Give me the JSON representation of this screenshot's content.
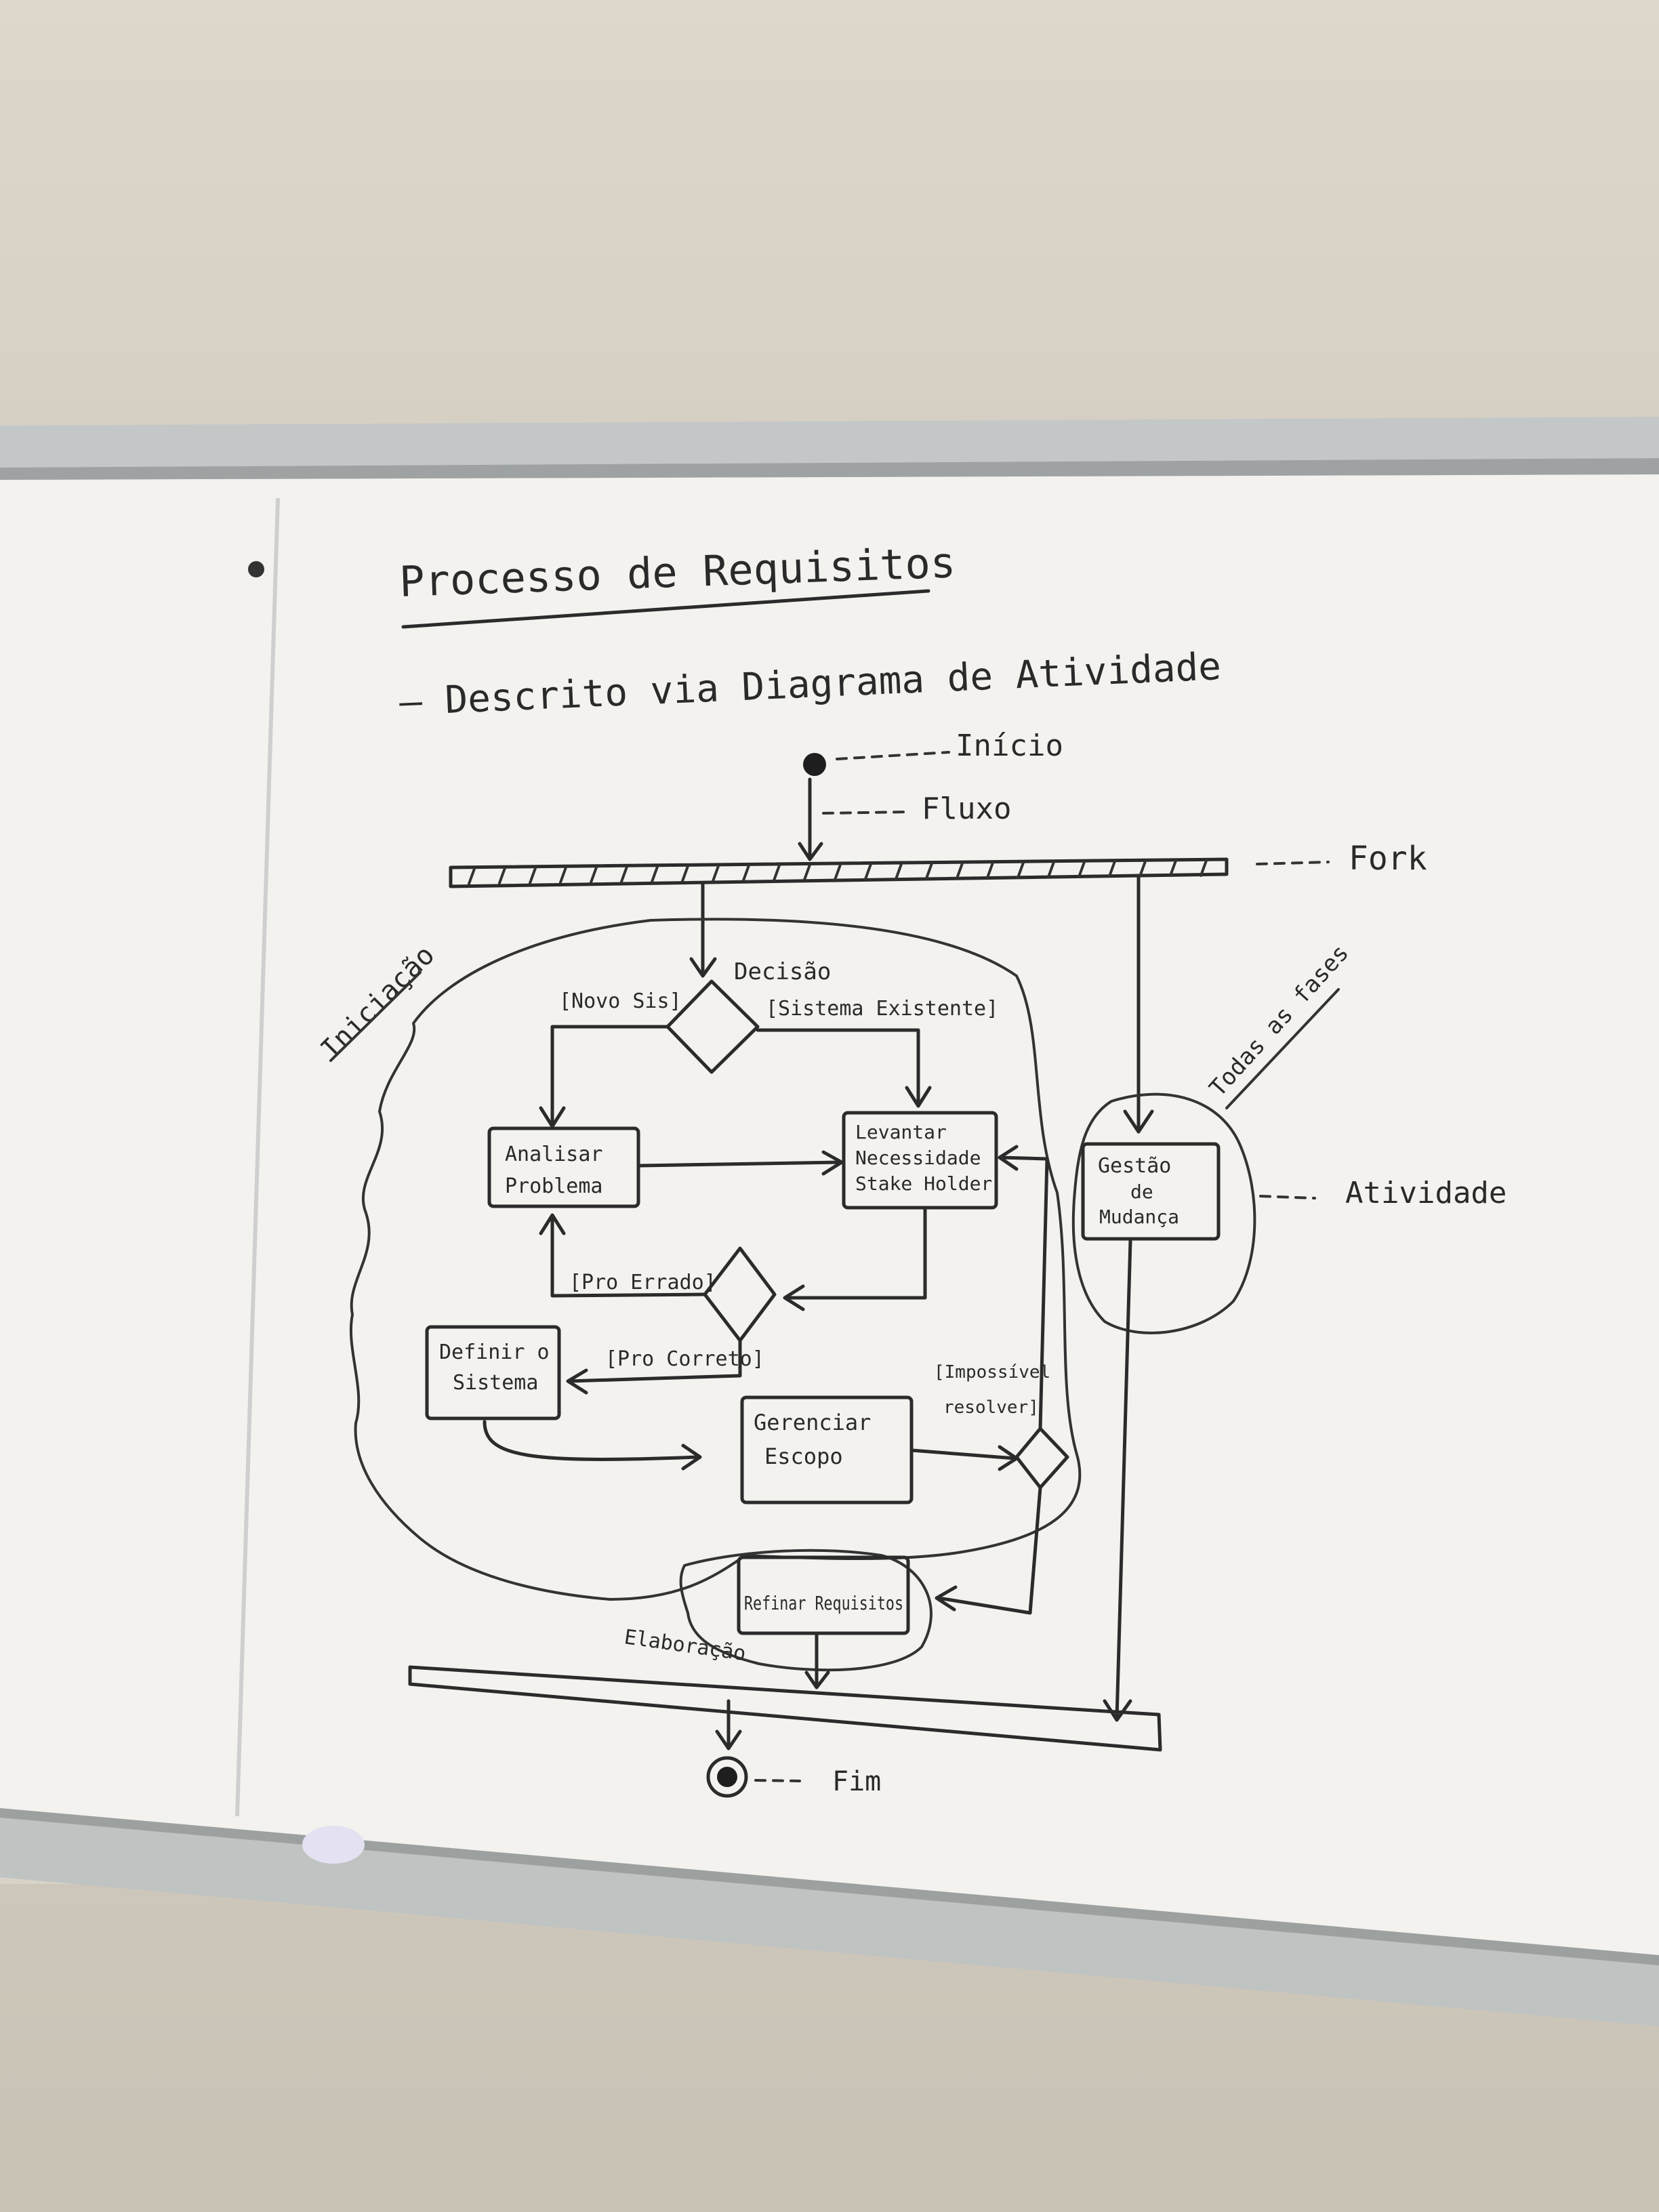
{
  "board": {
    "title": "Processo de Requisitos",
    "subtitle": "— Descrito via Diagrama de Atividade"
  },
  "labels": {
    "inicio": "Início",
    "fluxo": "Fluxo",
    "fork": "Fork",
    "decisao": "Decisão",
    "atividade": "Atividade",
    "fim": "Fim",
    "iniciacao": "Iniciação",
    "todas_fases": "Todas as fases",
    "elaboracao": "Elaboração"
  },
  "activities": {
    "analisar": [
      "Analisar",
      "Problema"
    ],
    "levantar": [
      "Levantar",
      "Necessidade",
      "Stake Holder"
    ],
    "definir": [
      "Definir o",
      "Sistema"
    ],
    "gerenciar": [
      "Gerenciar",
      "Escopo"
    ],
    "gestao": [
      "Gestão",
      "de",
      "Mudança"
    ],
    "refinar": "Refinar Requisitos"
  },
  "guards": {
    "novo_sis": "[Novo Sis]",
    "sistema_existente": "[Sistema Existente]",
    "pro_errado": "[Pro Errado]",
    "pro_correto": "[Pro Correto]",
    "impossivel": [
      "[Impossível",
      "resolver]"
    ]
  },
  "colors": {
    "ink": "#2b2b2b",
    "board": "#f3f2ef",
    "frame": "#c4c7c7",
    "wall": "#d8d3c8"
  }
}
